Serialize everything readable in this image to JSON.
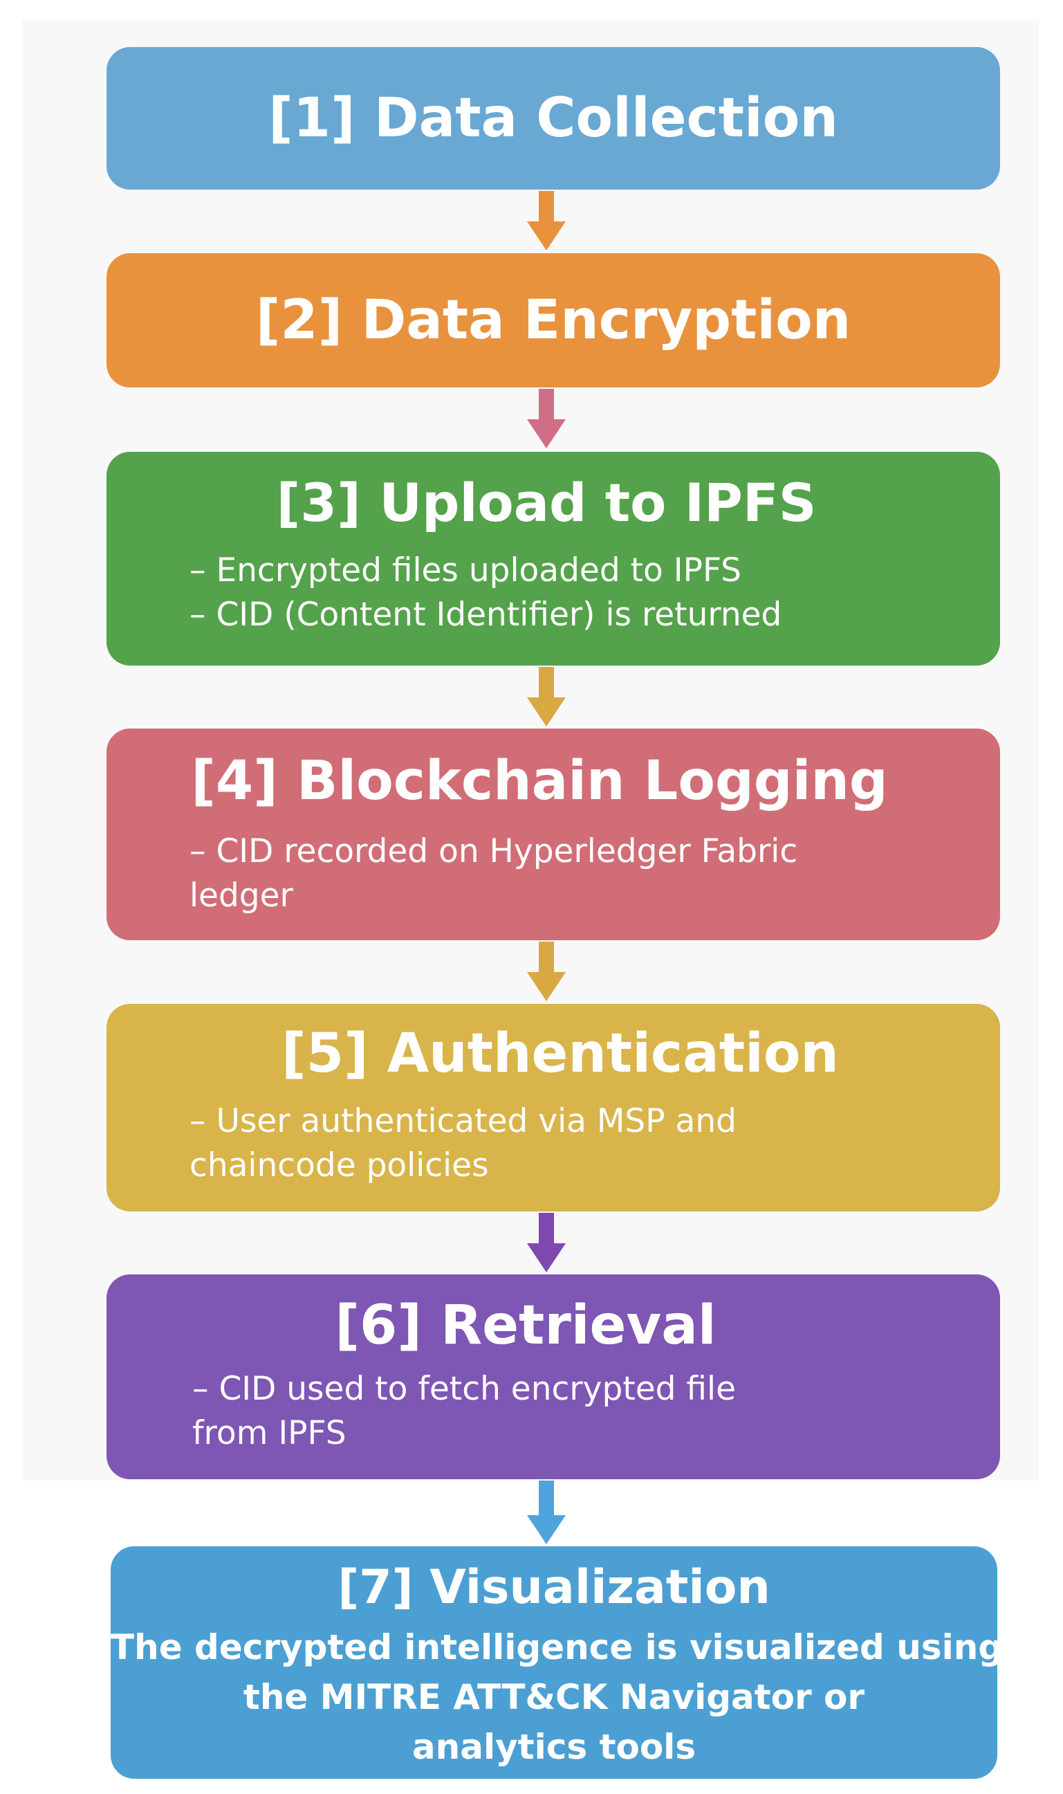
{
  "steps": [
    {
      "title": "[1] Data Collection",
      "lines": []
    },
    {
      "title": "[2] Data Encryption",
      "lines": []
    },
    {
      "title": "[3] Upload to IPFS",
      "lines": [
        "– Encrypted files uploaded to IPFS",
        "– CID (Content Identifier) is returned"
      ]
    },
    {
      "title": "[4] Blockchain Logging",
      "lines": [
        "– CID recorded on Hyperledger Fabric",
        "ledger"
      ]
    },
    {
      "title": "[5] Authentication",
      "lines": [
        "– User authenticated via MSP and",
        "chaincode policies"
      ]
    },
    {
      "title": "[6] Retrieval",
      "lines": [
        "– CID used to fetch encrypted file",
        "from IPFS"
      ]
    },
    {
      "title": "[7] Visualization",
      "lines": [
        "The decrypted intelligence is visualized using",
        "the MITRE ATT&CK Navigator or",
        "analytics tools"
      ]
    }
  ],
  "colors": {
    "step1": "#68a8d3",
    "step2": "#e8923e",
    "step3": "#54a24b",
    "step4": "#d16d76",
    "step5": "#d8b44a",
    "step6": "#7e56b3",
    "step7": "#4c9fd2",
    "arrow_1_2": "#e8923e",
    "arrow_2_3": "#d16d86",
    "arrow_3_4": "#d8a843",
    "arrow_4_5": "#d8a843",
    "arrow_5_6": "#7e48b0",
    "arrow_6_7": "#4ea3dc"
  }
}
